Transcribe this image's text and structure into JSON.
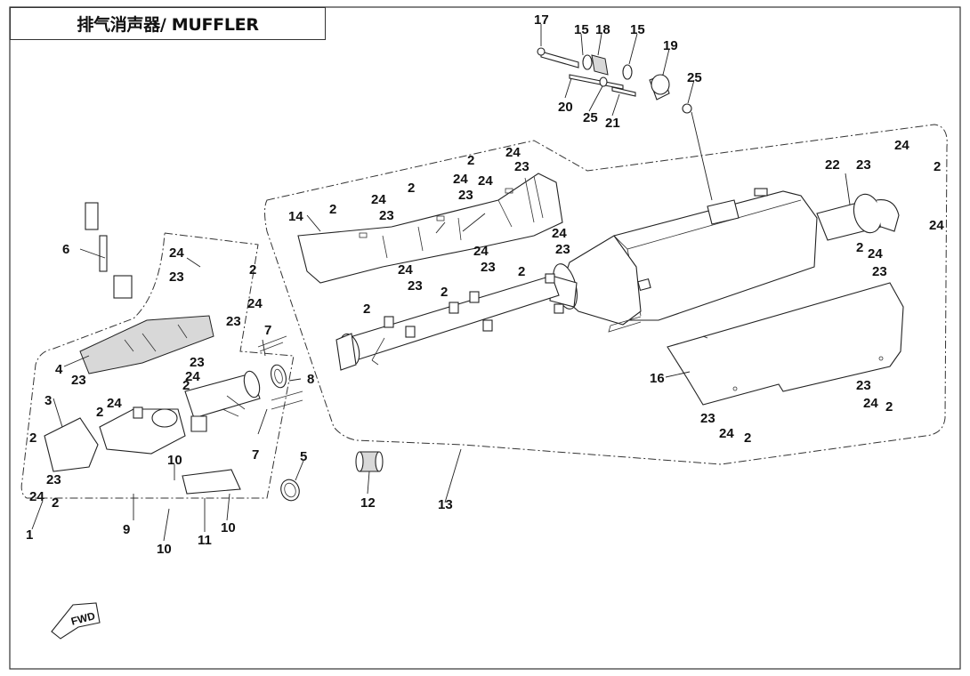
{
  "title": "排气消声器/ MUFFLER",
  "fwd_label": "FWD",
  "callouts": [
    {
      "id": "c17",
      "text": "17"
    },
    {
      "id": "c15a",
      "text": "15"
    },
    {
      "id": "c18",
      "text": "18"
    },
    {
      "id": "c15b",
      "text": "15"
    },
    {
      "id": "c19",
      "text": "19"
    },
    {
      "id": "c25a",
      "text": "25"
    },
    {
      "id": "c20",
      "text": "20"
    },
    {
      "id": "c25b",
      "text": "25"
    },
    {
      "id": "c21",
      "text": "21"
    },
    {
      "id": "c24a",
      "text": "24"
    },
    {
      "id": "c2a",
      "text": "2"
    },
    {
      "id": "c24b",
      "text": "24"
    },
    {
      "id": "c23a",
      "text": "23"
    },
    {
      "id": "c2b",
      "text": "2"
    },
    {
      "id": "c24c",
      "text": "24"
    },
    {
      "id": "c23b",
      "text": "23"
    },
    {
      "id": "c2c",
      "text": "2"
    },
    {
      "id": "c24d",
      "text": "24"
    },
    {
      "id": "c23c",
      "text": "23"
    },
    {
      "id": "c14",
      "text": "14"
    },
    {
      "id": "c22",
      "text": "22"
    },
    {
      "id": "c23d",
      "text": "23"
    },
    {
      "id": "c24e",
      "text": "24"
    },
    {
      "id": "c2d",
      "text": "2"
    },
    {
      "id": "c24f",
      "text": "24"
    },
    {
      "id": "c6",
      "text": "6"
    },
    {
      "id": "c24g",
      "text": "24"
    },
    {
      "id": "c23e",
      "text": "23"
    },
    {
      "id": "c2e",
      "text": "2"
    },
    {
      "id": "c24h",
      "text": "24"
    },
    {
      "id": "c23f",
      "text": "23"
    },
    {
      "id": "c24i",
      "text": "24"
    },
    {
      "id": "c23g",
      "text": "23"
    },
    {
      "id": "c2f",
      "text": "2"
    },
    {
      "id": "c24j",
      "text": "24"
    },
    {
      "id": "c23h",
      "text": "23"
    },
    {
      "id": "c2g",
      "text": "2"
    },
    {
      "id": "c2h",
      "text": "2"
    },
    {
      "id": "c24k",
      "text": "24"
    },
    {
      "id": "c23i",
      "text": "23"
    },
    {
      "id": "c2i",
      "text": "2"
    },
    {
      "id": "c24l",
      "text": "24"
    },
    {
      "id": "c23j",
      "text": "23"
    },
    {
      "id": "c7a",
      "text": "7"
    },
    {
      "id": "c4",
      "text": "4"
    },
    {
      "id": "c23k",
      "text": "23"
    },
    {
      "id": "c23l",
      "text": "23"
    },
    {
      "id": "c2j",
      "text": "2"
    },
    {
      "id": "c24m",
      "text": "24"
    },
    {
      "id": "c2k",
      "text": "2"
    },
    {
      "id": "c24n",
      "text": "24"
    },
    {
      "id": "c8",
      "text": "8"
    },
    {
      "id": "c3",
      "text": "3"
    },
    {
      "id": "c16",
      "text": "16"
    },
    {
      "id": "c23m",
      "text": "23"
    },
    {
      "id": "c24o",
      "text": "24"
    },
    {
      "id": "c2l",
      "text": "2"
    },
    {
      "id": "c23n",
      "text": "23"
    },
    {
      "id": "c24p",
      "text": "24"
    },
    {
      "id": "c2m",
      "text": "2"
    },
    {
      "id": "c2n",
      "text": "2"
    },
    {
      "id": "c7b",
      "text": "7"
    },
    {
      "id": "c23o",
      "text": "23"
    },
    {
      "id": "c10a",
      "text": "10"
    },
    {
      "id": "c5",
      "text": "5"
    },
    {
      "id": "c24q",
      "text": "24"
    },
    {
      "id": "c2o",
      "text": "2"
    },
    {
      "id": "c9",
      "text": "9"
    },
    {
      "id": "c12",
      "text": "12"
    },
    {
      "id": "c13",
      "text": "13"
    },
    {
      "id": "c1",
      "text": "1"
    },
    {
      "id": "c11",
      "text": "11"
    },
    {
      "id": "c10b",
      "text": "10"
    },
    {
      "id": "c10c",
      "text": "10"
    }
  ]
}
